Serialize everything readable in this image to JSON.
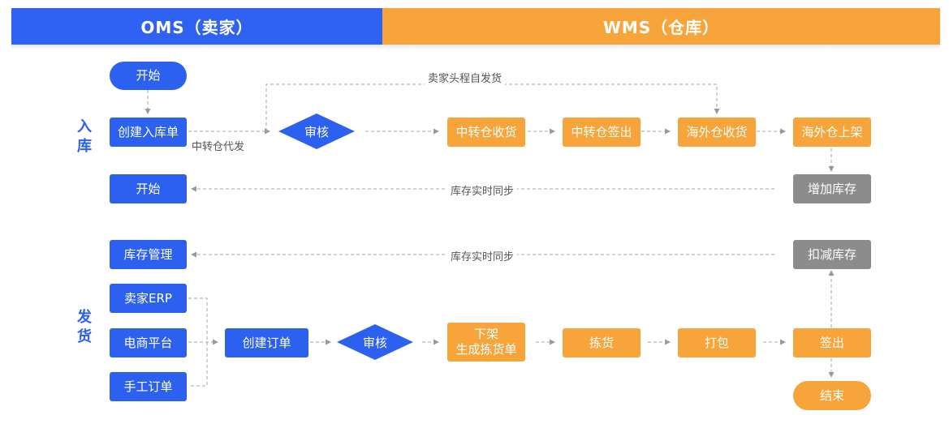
{
  "headers": {
    "oms": "OMS（卖家）",
    "wms": "WMS（仓库）"
  },
  "sections": {
    "inbound": "入库",
    "outbound": "发货"
  },
  "inbound": {
    "start": "开始",
    "create_inbound": "创建入库单",
    "review": "审核",
    "transit_receive": "中转仓收货",
    "transit_signout": "中转仓签出",
    "overseas_receive": "海外仓收货",
    "overseas_shelve": "海外仓上架",
    "add_stock": "增加库存",
    "start2": "开始",
    "label_self_ship": "卖家头程自发货",
    "label_transit_ship": "中转仓代发",
    "label_sync": "库存实时同步"
  },
  "outbound": {
    "stock_mgmt": "库存管理",
    "deduct_stock": "扣减库存",
    "label_sync": "库存实时同步",
    "seller_erp": "卖家ERP",
    "ecommerce": "电商平台",
    "manual_order": "手工订单",
    "create_order": "创建订单",
    "review": "审核",
    "shelve_line1": "下架",
    "shelve_line2": "生成拣货单",
    "pick": "拣货",
    "pack": "打包",
    "signout": "签出",
    "end": "结束"
  },
  "colors": {
    "blue": "#2c61ef",
    "orange": "#f7a43a",
    "gray": "#8c8c8c",
    "arrow": "#999999"
  }
}
